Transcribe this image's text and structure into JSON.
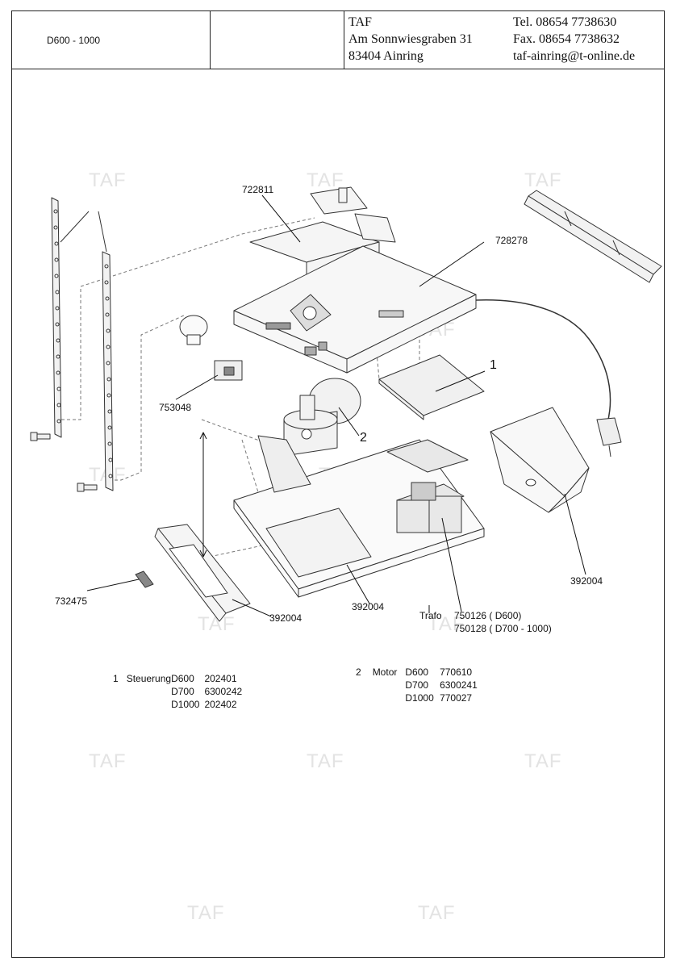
{
  "header": {
    "model": "D600 - 1000",
    "company": "TAF",
    "street": "Am Sonnwiesgraben 31",
    "city": "83404 Ainring",
    "tel": "Tel.   08654 7738630",
    "fax": "Fax.  08654 7738632",
    "email": "taf-ainring@t-online.de"
  },
  "watermark": "TAF",
  "callouts": {
    "c722811": "722811",
    "c728278": "728278",
    "c753048": "753048",
    "c1": "1",
    "c2": "2",
    "c732475": "732475",
    "c392004_front": "392004",
    "c392004_base": "392004",
    "c392004_cover": "392004",
    "trafo_label": "Trafo",
    "trafo_d600": "750126 ( D600)",
    "trafo_d700": "750128 ( D700 - 1000)"
  },
  "parts_list": {
    "steuerung": {
      "number": "1",
      "name": "Steuerung",
      "rows": [
        {
          "model": "D600",
          "part": "202401"
        },
        {
          "model": "D700",
          "part": "6300242"
        },
        {
          "model": "D1000",
          "part": "202402"
        }
      ]
    },
    "motor": {
      "number": "2",
      "name": "Motor",
      "rows": [
        {
          "model": "D600",
          "part": "770610"
        },
        {
          "model": "D700",
          "part": "6300241"
        },
        {
          "model": "D1000",
          "part": "770027"
        }
      ]
    }
  }
}
